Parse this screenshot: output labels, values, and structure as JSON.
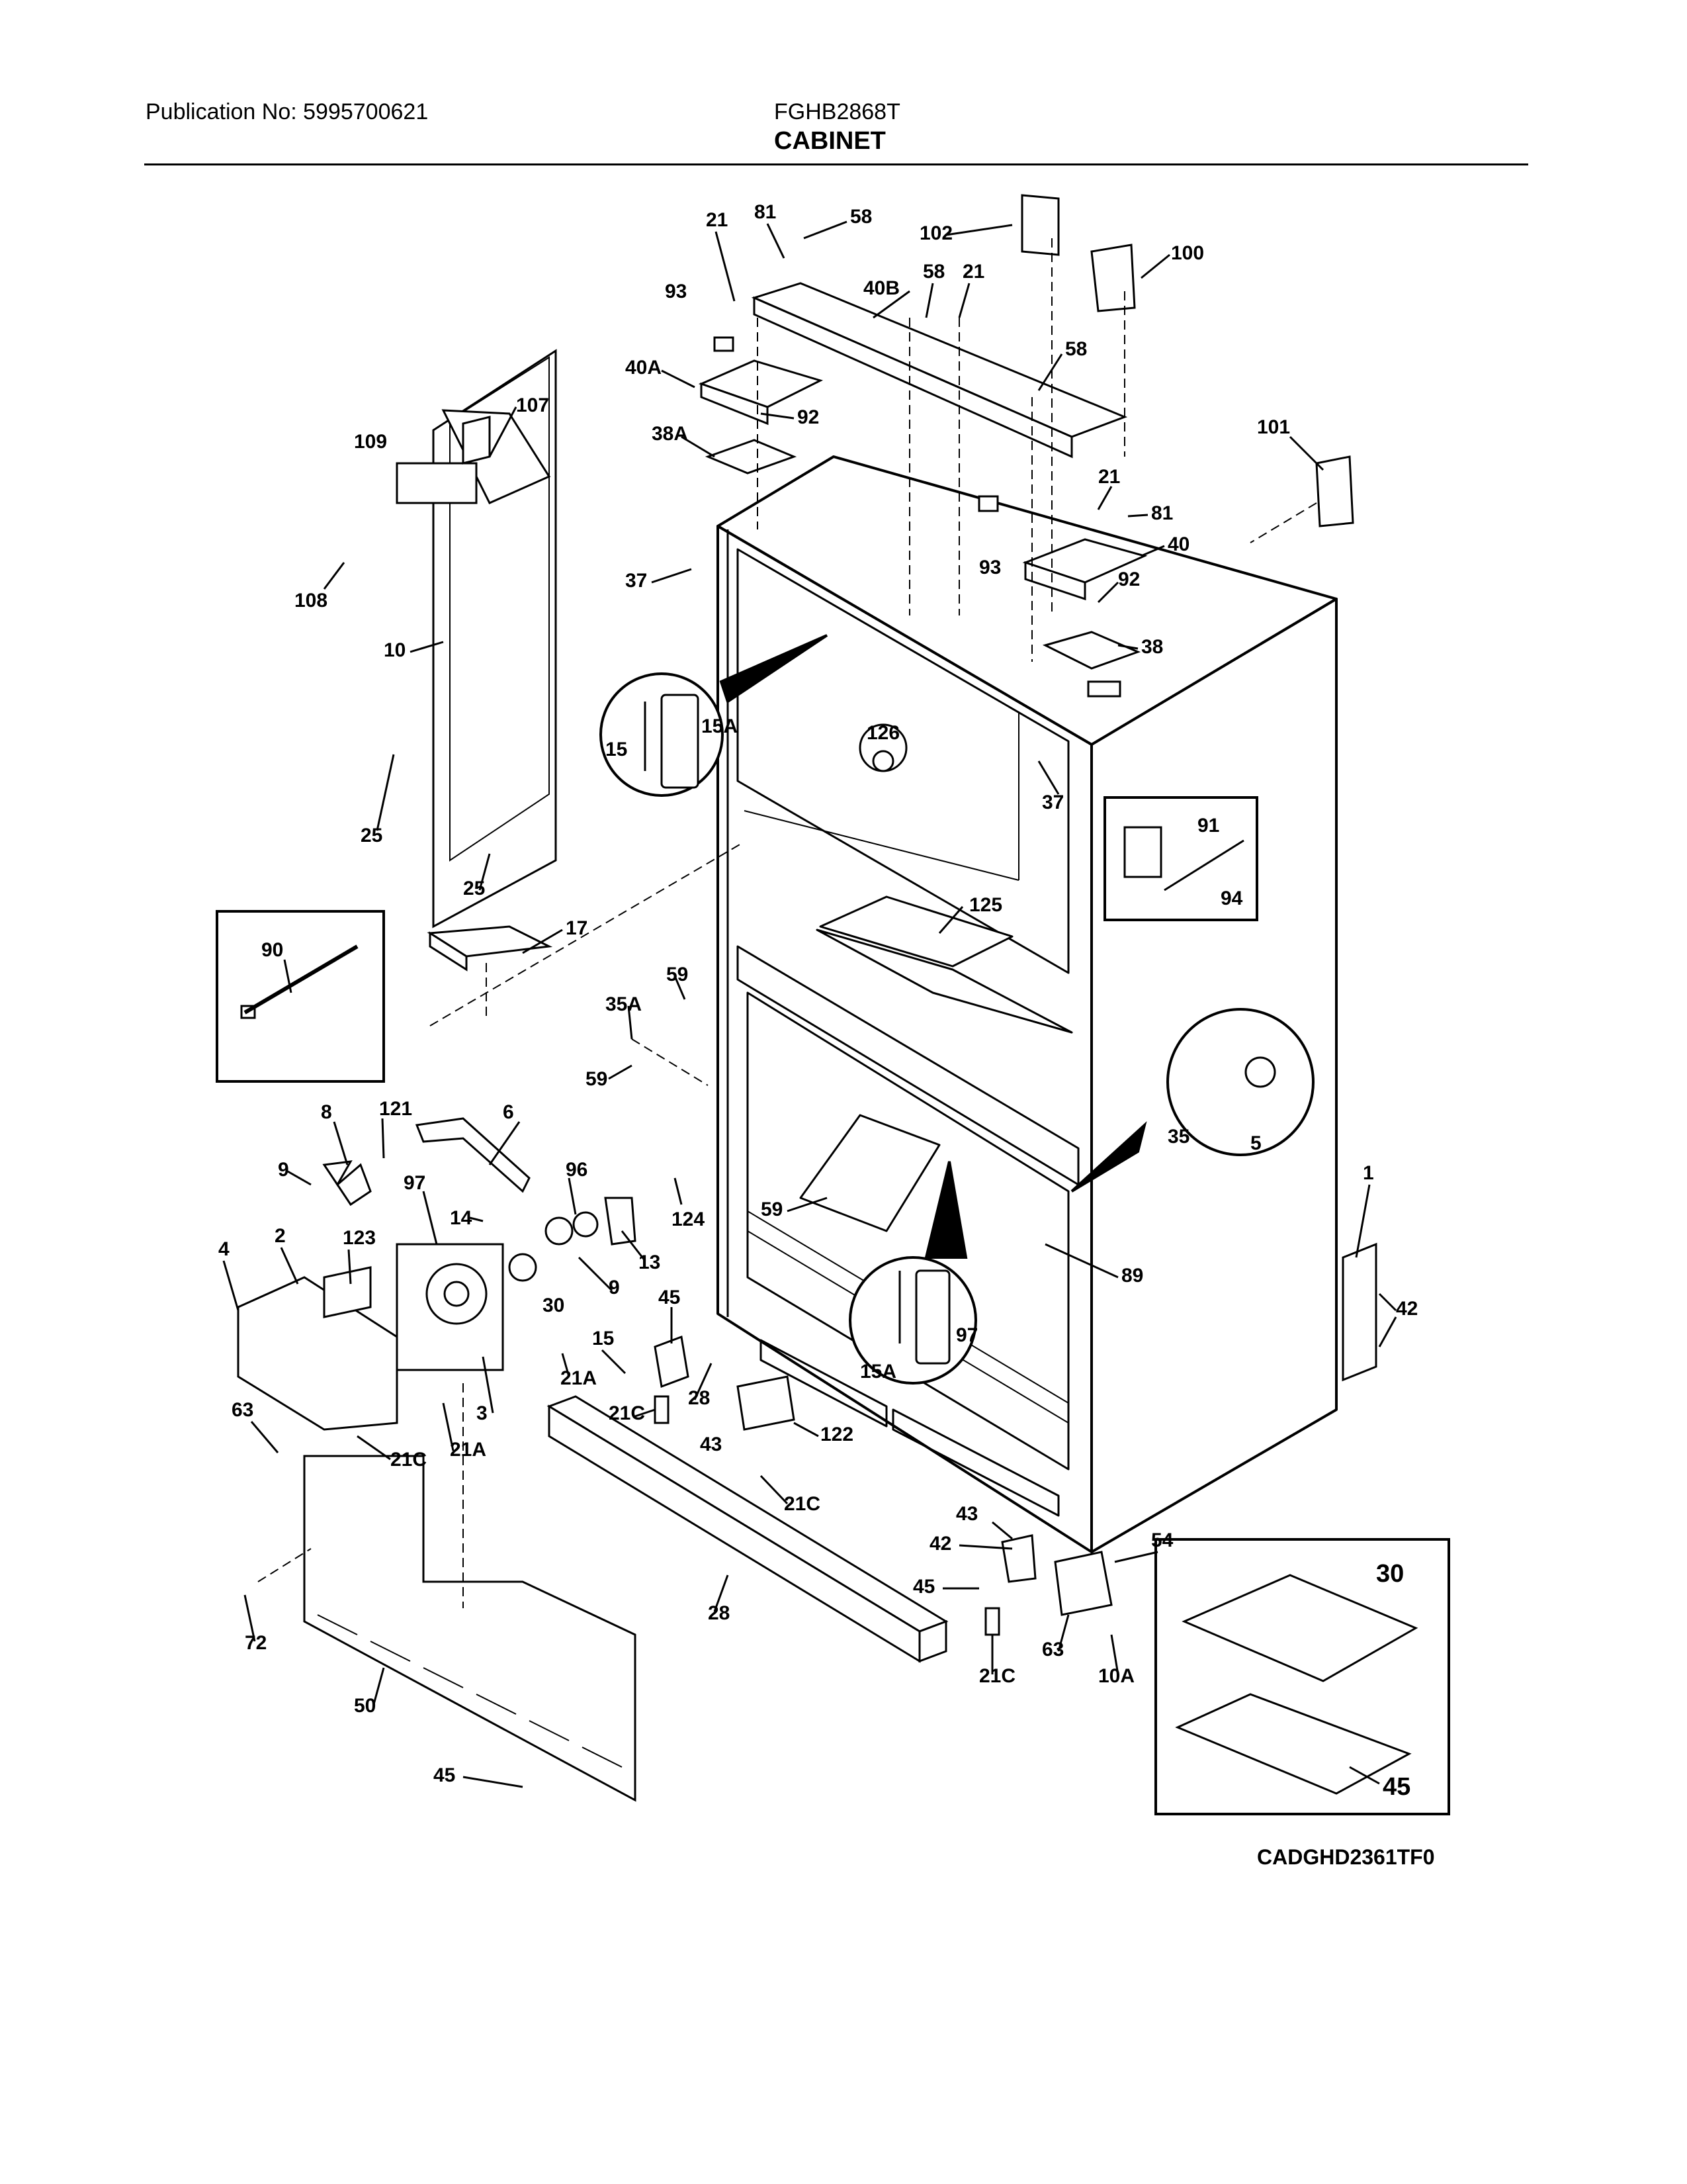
{
  "header": {
    "publication": "Publication No: 5995700621",
    "model": "FGHB2868T",
    "section_title": "CABINET"
  },
  "diagram_code": "CADGHD2361TF0",
  "callouts": [
    "21",
    "81",
    "58",
    "102",
    "100",
    "93",
    "40B",
    "58",
    "21",
    "58",
    "40A",
    "92",
    "107",
    "109",
    "38A",
    "101",
    "21",
    "81",
    "93",
    "40",
    "37",
    "92",
    "108",
    "10",
    "38",
    "15",
    "15A",
    "126",
    "37",
    "91",
    "94",
    "25",
    "125",
    "25",
    "17",
    "90",
    "59",
    "35A",
    "59",
    "35",
    "5",
    "8",
    "121",
    "6",
    "9",
    "96",
    "97",
    "14",
    "124",
    "59",
    "89",
    "1",
    "4",
    "2",
    "123",
    "13",
    "9",
    "30",
    "45",
    "42",
    "15",
    "15A",
    "97",
    "21A",
    "63",
    "21C",
    "28",
    "43",
    "122",
    "3",
    "21A",
    "21C",
    "21C",
    "43",
    "54",
    "30",
    "42",
    "45",
    "72",
    "28",
    "63",
    "21C",
    "10A",
    "50",
    "45"
  ]
}
